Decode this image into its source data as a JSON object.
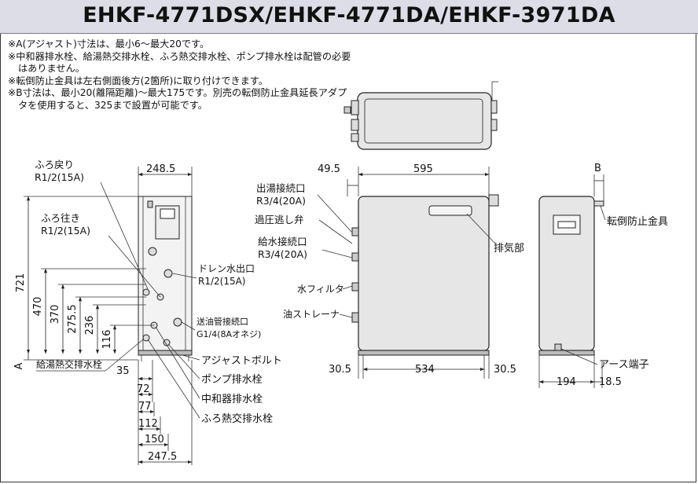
{
  "title": "EHKF-4771DSX/EHKF-4771DA/EHKF-3971DA",
  "notes": [
    "※A(アジャスト)寸法は、最小6～最大20です。",
    "※中和器排水栓、給湯熱交排水栓、ふろ熱交排水栓、ポンプ排水栓は配管の必要はありません。",
    "※転倒防止金具は左右側面後方(2箇所)に取り付けできます。",
    "※B寸法は、最小20(離隔距離)～最大175です。別売の転倒防止金具延長アダプタを使用すると、325まで設置が可能です。"
  ],
  "side_view": {
    "width_top": "248.5",
    "furo_return": [
      "ふろ戻り",
      "R1/2(15A)"
    ],
    "furo_go": [
      "ふろ往き",
      "R1/2(15A)"
    ],
    "drain_outlet": [
      "ドレン水出口",
      "R1/2(15A)"
    ],
    "oil_supply": [
      "送油管接続口",
      "G1/4(8Aオネジ)"
    ],
    "heights": [
      "721",
      "470",
      "370",
      "275.5",
      "236",
      "116"
    ],
    "adjust_label": "A",
    "hot_water_drain": "給湯熱交排水栓",
    "bottom_dims": [
      "35",
      "72",
      "77",
      "112",
      "150",
      "247.5"
    ],
    "callouts": [
      "アジャストボルト",
      "ポンプ排水栓",
      "中和器排水栓",
      "ふろ熱交排水栓"
    ]
  },
  "front_view": {
    "width": "595",
    "offset": "49.5",
    "hot_out": [
      "出湯接続口",
      "R3/4(20A)"
    ],
    "relief_valve": "過圧逃し弁",
    "water_in": [
      "給水接続口",
      "R3/4(20A)"
    ],
    "water_filter": "水フィルタ",
    "oil_strainer": "油ストレーナ",
    "exhaust": "排気部",
    "bottom_dims": [
      "30.5",
      "534",
      "30.5"
    ]
  },
  "right_view": {
    "b_label": "B",
    "anti_tip": "転倒防止金具",
    "earth": "アース端子",
    "bottom_dims": [
      "194",
      "18.5"
    ]
  }
}
